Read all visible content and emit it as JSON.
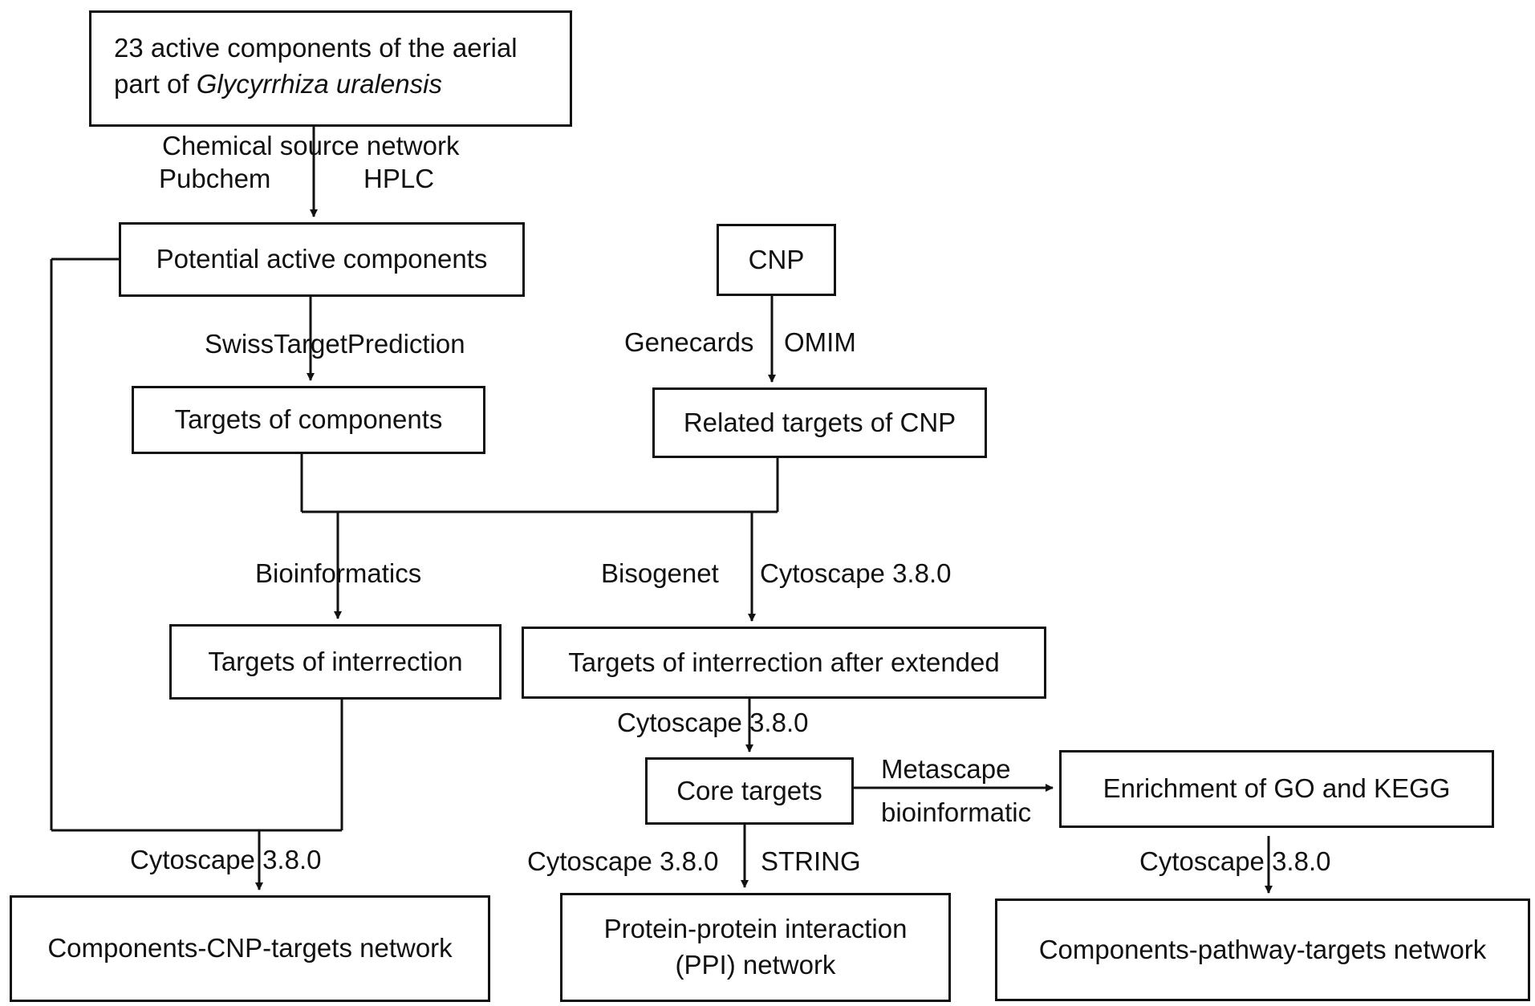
{
  "boxes": {
    "start_line1": "23 active components of the aerial",
    "start_line2_prefix": "part of ",
    "start_line2_species": "Glycyrrhiza uralensis",
    "potential": "Potential active components",
    "cnp": "CNP",
    "targets_components": "Targets of components",
    "related_targets": "Related targets of CNP",
    "targets_interaction": "Targets of interrection",
    "targets_extended": "Targets of interrection after extended",
    "core_targets": "Core targets",
    "enrichment": "Enrichment of GO and KEGG",
    "components_cnp_network": "Components-CNP-targets network",
    "ppi_line1": "Protein-protein interaction",
    "ppi_line2": "(PPI) network",
    "components_pathway_network": "Components-pathway-targets network"
  },
  "labels": {
    "chemical_source": "Chemical source network",
    "pubchem": "Pubchem",
    "hplc": "HPLC",
    "swisstarget": "SwissTargetPrediction",
    "genecards": "Genecards",
    "omim": "OMIM",
    "bioinformatics": "Bioinformatics",
    "bisogenet": "Bisogenet",
    "cytoscape_a": "Cytoscape 3.8.0",
    "cytoscape_b": "Cytoscape 3.8.0",
    "metascape": "Metascape",
    "bioinformatic": "bioinformatic",
    "cytoscape_c": "Cytoscape 3.8.0",
    "string": "STRING",
    "cytoscape_d": "Cytoscape 3.8.0",
    "cytoscape_e": "Cytoscape 3.8.0"
  }
}
